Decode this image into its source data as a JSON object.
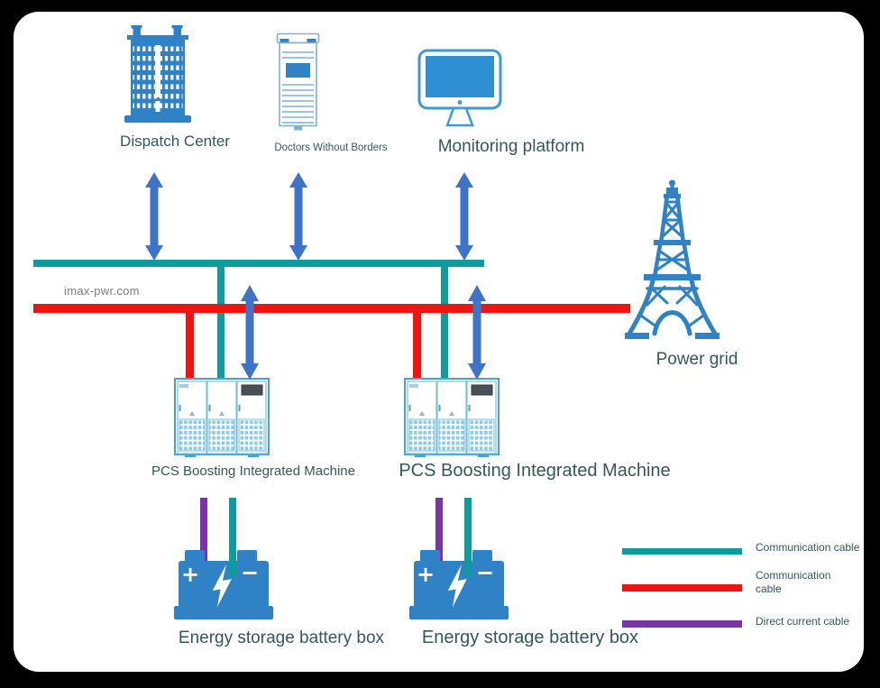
{
  "watermark": {
    "text": "imax-pwr.com"
  },
  "nodes": {
    "dispatch_center": {
      "label": "Dispatch Center",
      "icon": "building-icon"
    },
    "data_server": {
      "label": "Doctors Without Borders",
      "icon": "server-tower-icon"
    },
    "monitoring_platform": {
      "label": "Monitoring platform",
      "icon": "monitor-icon"
    },
    "power_grid": {
      "label": "Power grid",
      "icon": "transmission-tower-icon"
    },
    "pcs_left": {
      "label": "PCS Boosting Integrated Machine",
      "icon": "pcs-cabinet-icon"
    },
    "pcs_right": {
      "label": "PCS Boosting Integrated Machine",
      "icon": "pcs-cabinet-icon"
    },
    "battery_left": {
      "label": "Energy storage battery box",
      "icon": "battery-icon"
    },
    "battery_right": {
      "label": "Energy storage battery box",
      "icon": "battery-icon"
    }
  },
  "legend": {
    "items": [
      {
        "label": "Communication cable",
        "color": "#0d9b9e",
        "type": "communication-teal"
      },
      {
        "label": "Communication cable",
        "color": "#ee1414",
        "type": "communication-red"
      },
      {
        "label": "Direct current cable",
        "color": "#7a35a5",
        "type": "direct-current"
      }
    ]
  },
  "colors": {
    "icon_blue": "#2e82c5",
    "arrow_blue": "#3e73c8",
    "teal_cable": "#0d9b9e",
    "red_cable": "#ee1414",
    "dc_cable": "#7a35a5",
    "label_text": "#33585c",
    "watermark_text": "#7d7d7d"
  },
  "connections": [
    {
      "from": "dispatch_center",
      "to": "communication-bus-teal",
      "style": "double-arrow"
    },
    {
      "from": "data_server",
      "to": "communication-bus-teal",
      "style": "double-arrow"
    },
    {
      "from": "monitoring_platform",
      "to": "communication-bus-teal",
      "style": "double-arrow"
    },
    {
      "from": "communication-bus-teal",
      "to": "pcs_left",
      "style": "teal-cable"
    },
    {
      "from": "communication-bus-teal",
      "to": "pcs_right",
      "style": "teal-cable"
    },
    {
      "from": "communication-bus-red",
      "to": "pcs_left",
      "style": "red-cable"
    },
    {
      "from": "communication-bus-red",
      "to": "pcs_right",
      "style": "red-cable"
    },
    {
      "from": "communication-bus-red",
      "to": "power_grid",
      "style": "red-cable"
    },
    {
      "from": "pcs_left",
      "to": "battery_left",
      "style": "dc-and-teal-cable"
    },
    {
      "from": "pcs_right",
      "to": "battery_right",
      "style": "dc-and-teal-cable"
    },
    {
      "from": "pcs_left",
      "to": "pcs_left",
      "style": "double-arrow"
    },
    {
      "from": "pcs_right",
      "to": "pcs_right",
      "style": "double-arrow"
    }
  ]
}
